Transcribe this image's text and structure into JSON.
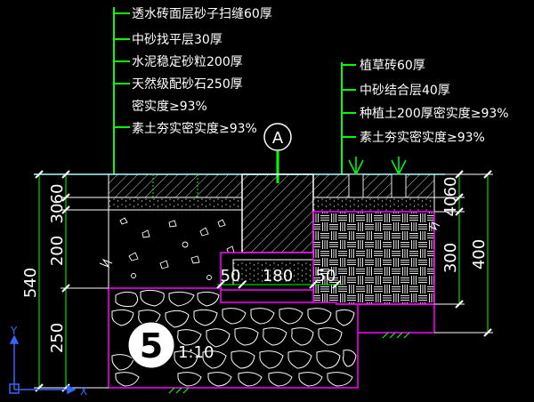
{
  "labels_left": [
    "透水砖面层砂子扫缝60厚",
    "中砂找平层30厚",
    "水泥稳定砂粒200厚",
    "天然级配砂石250厚",
    "密实度≥93%",
    "素土夯实密实度≥93%"
  ],
  "labels_right": [
    "植草砖60厚",
    "中砂结合层40厚",
    "种植土200厚密实度≥93%",
    "素土夯实密实度≥93%"
  ],
  "dims_left": {
    "d60": "60",
    "d30": "30",
    "d200": "200",
    "d250": "250",
    "d540": "540"
  },
  "dims_right": {
    "d40": "40",
    "d60": "60",
    "d300": "300",
    "d400": "400"
  },
  "dims_bottom": {
    "d50a": "50",
    "d180": "180",
    "d50b": "50"
  },
  "section_marker": "A",
  "detail_number": "5",
  "detail_scale": "1:10",
  "axis": {
    "x": "X",
    "y": "Y"
  },
  "colors": {
    "background": "#000000",
    "leader": "#00ff00",
    "outline": "#ff00ff",
    "line_white": "#ffffff",
    "ucs": "#3366ff"
  }
}
